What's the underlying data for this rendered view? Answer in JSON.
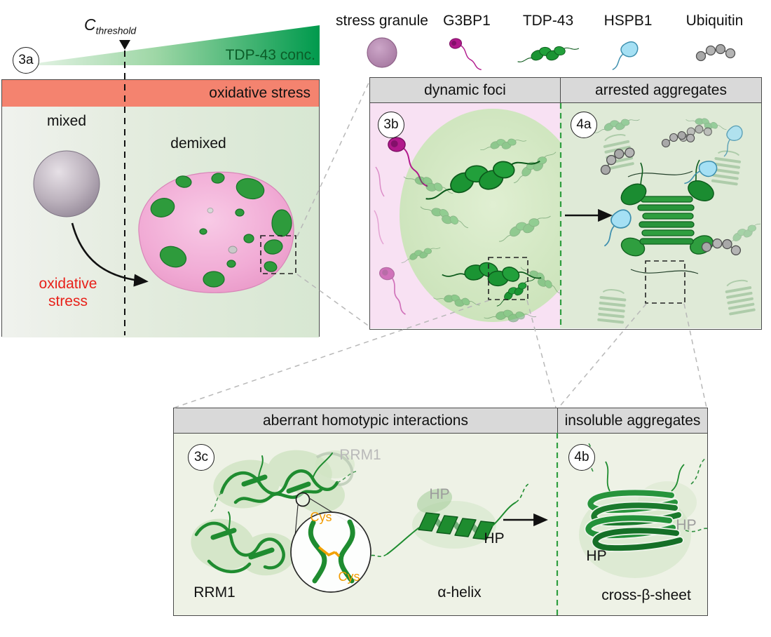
{
  "panel_3a": {
    "badge": "3a",
    "threshold": {
      "symbol": "C",
      "subscript": "threshold"
    },
    "gradient_label": "TDP-43 conc.",
    "stress_bar_label": "oxidative stress",
    "mixed_label": "mixed",
    "demixed_label": "demixed",
    "oxidative_stress": {
      "line1": "oxidative",
      "line2": "stress"
    }
  },
  "legend": {
    "items": [
      {
        "label": "stress granule",
        "icon": "stress-granule-icon",
        "color": "#ab7ea6"
      },
      {
        "label": "G3BP1",
        "icon": "g3bp1-icon",
        "color": "#b1198c"
      },
      {
        "label": "TDP-43",
        "icon": "tdp43-icon",
        "color": "#1b9433"
      },
      {
        "label": "HSPB1",
        "icon": "hspb1-icon",
        "color": "#a5e0f4"
      },
      {
        "label": "Ubiquitin",
        "icon": "ubiquitin-icon",
        "color": "#a8a8a8"
      }
    ]
  },
  "panel_3b_4a": {
    "left": {
      "badge": "3b",
      "header": "dynamic foci"
    },
    "right": {
      "badge": "4a",
      "header": "arrested aggregates"
    }
  },
  "panel_3c_4b": {
    "left": {
      "badge": "3c",
      "header": "aberrant homotypic interactions",
      "rrm1_top": "RRM1",
      "rrm1_bottom": "RRM1",
      "cys_top": "Cys",
      "cys_bottom": "Cys",
      "hp_gray": "HP",
      "hp_black": "HP",
      "alpha_helix": "α-helix"
    },
    "right": {
      "badge": "4b",
      "header": "insoluble aggregates",
      "hp_black": "HP",
      "hp_gray": "HP",
      "cross_beta": "cross-β-sheet"
    }
  },
  "colors": {
    "tdp43_green": "#1b9433",
    "divider_green": "#2f9e3f",
    "stress_bar_red": "#f4836f",
    "granule_pink": "#f0a8d2",
    "foci_bg_pink": "#f8e1f3",
    "aggregate_bg_green": "#dfead7",
    "g3bp1_magenta": "#b1198c",
    "hspb1_cyan": "#a5e0f4",
    "ubiquitin_gray": "#a8a8a8",
    "cys_orange": "#f29b00",
    "oxidative_text_red": "#e8211a",
    "header_gray": "#d9d9d9"
  }
}
